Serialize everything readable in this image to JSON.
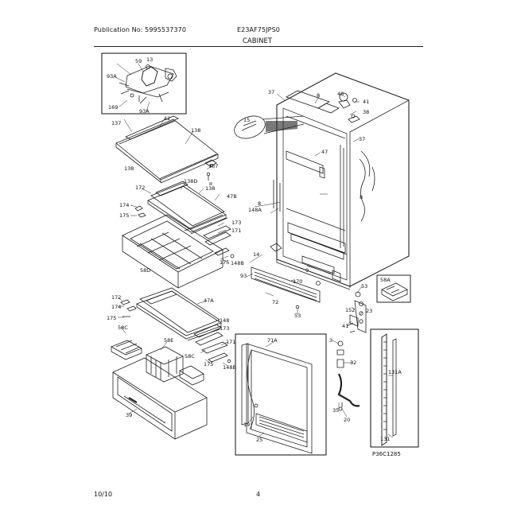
{
  "header": {
    "publication": "Publication No: 5995537370",
    "model": "E23AF75JPS0",
    "section": "CABINET"
  },
  "footer": {
    "date": "10/10",
    "page": "4"
  },
  "drawing_code": "P36C1285",
  "callouts": {
    "c1": "59",
    "c2": "13",
    "c3": "93A",
    "c4": "169",
    "c5": "93A",
    "c6": "137",
    "c7": "42",
    "c8": "138",
    "c9": "137",
    "c10": "138",
    "c11": "172",
    "c12": "138D",
    "c13": "138",
    "c14": "47B",
    "c15": "174",
    "c16": "175",
    "c17": "173",
    "c18": "171",
    "c19": "58D",
    "c20": "148B",
    "c21": "175",
    "c22": "14",
    "c23": "37",
    "c24": "8",
    "c25": "40",
    "c26": "41",
    "c27": "38",
    "c28": "15",
    "c29": "37",
    "c30": "47",
    "c31": "8",
    "c32": "148A",
    "c33": "8",
    "c34": "93",
    "c35": "170",
    "c36": "9",
    "c37": "72",
    "c38": "53",
    "c39": "58A",
    "c40": "53",
    "c41": "152",
    "c42": "23",
    "c43": "41",
    "c44": "172",
    "c45": "174",
    "c46": "175",
    "c47": "47A",
    "c48": "58C",
    "c49": "148",
    "c50": "173",
    "c51": "58E",
    "c52": "171",
    "c53": "58C",
    "c54": "175",
    "c55": "148B",
    "c56": "39",
    "c57": "71A",
    "c58": "19",
    "c59": "25",
    "c60": "3",
    "c61": "32",
    "c62": "35",
    "c63": "20",
    "c64": "131A",
    "c65": "131"
  }
}
